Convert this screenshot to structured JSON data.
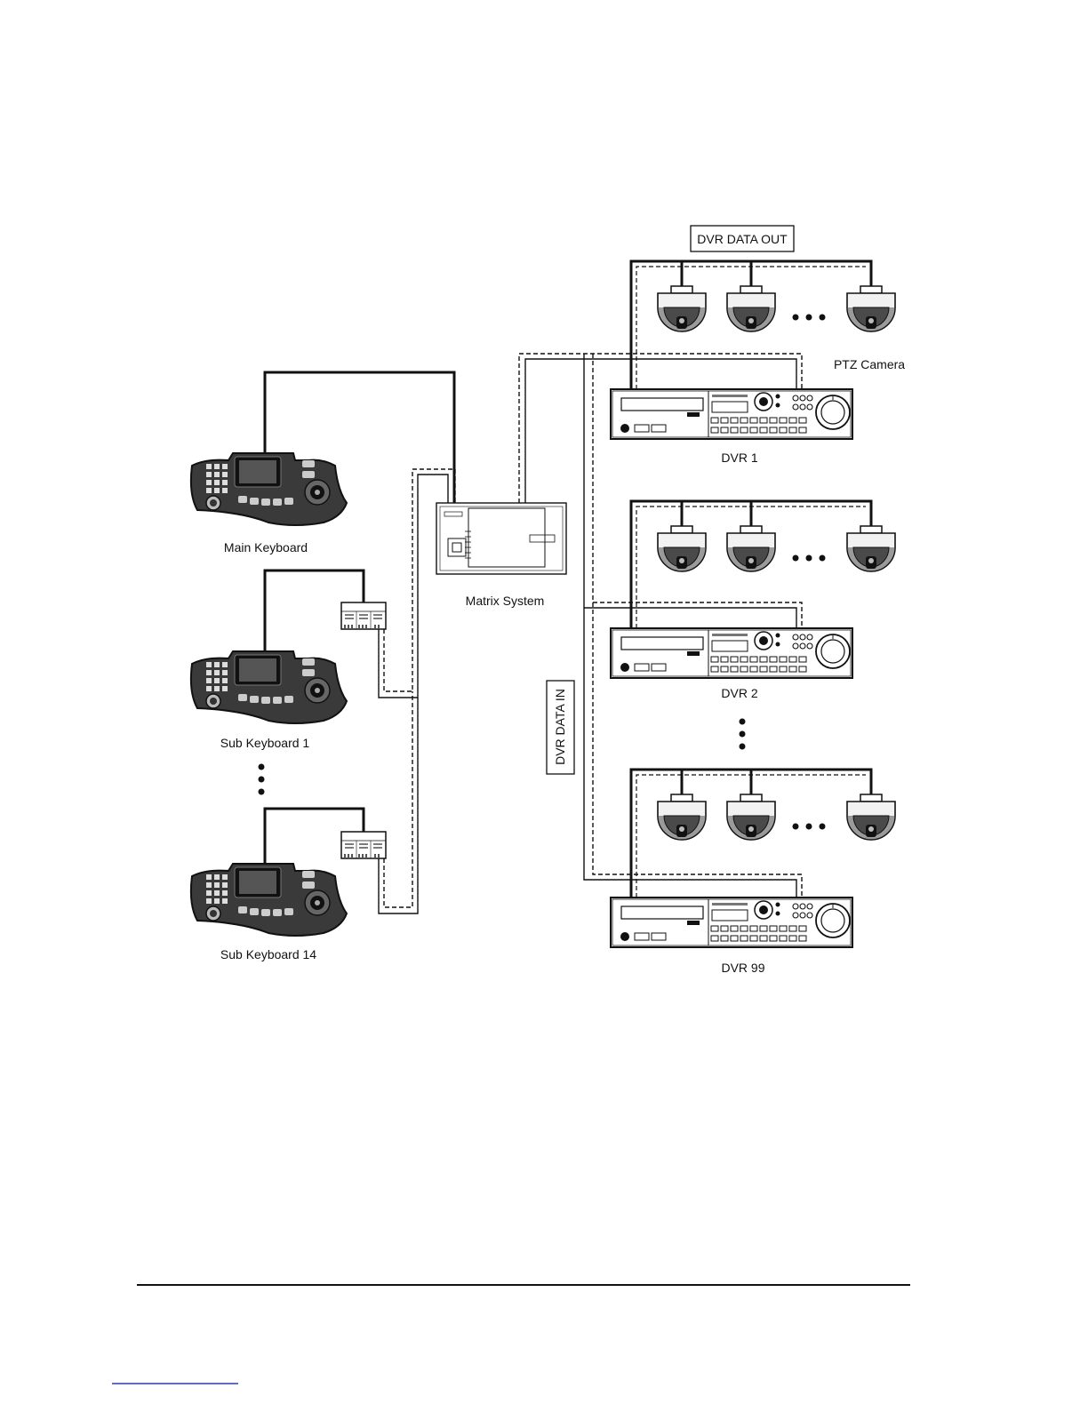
{
  "labels": {
    "dvr_data_out": "DVR DATA OUT",
    "dvr_data_in": "DVR DATA IN",
    "ptz_camera": "PTZ Camera",
    "dvr1": "DVR 1",
    "dvr2": "DVR 2",
    "dvr99": "DVR 99",
    "main_keyboard": "Main Keyboard",
    "sub_keyboard_1": "Sub Keyboard 1",
    "sub_keyboard_14": "Sub Keyboard 14",
    "matrix_system": "Matrix System"
  },
  "colors": {
    "line": "#111111",
    "device_fill": "#3a3a3a",
    "screen_fill": "#222222",
    "dome_fill": "#f2f2f2"
  }
}
